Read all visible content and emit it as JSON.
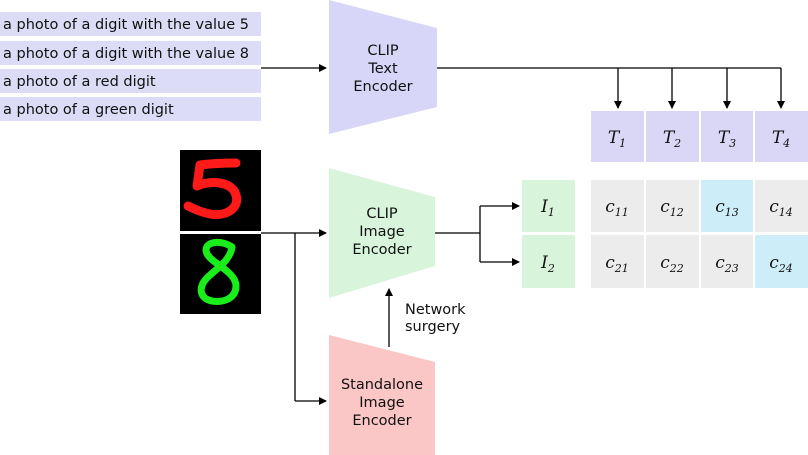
{
  "prompts": [
    "a photo of a digit with the value 5",
    "a photo of a digit with the value 8",
    "a photo of a red digit",
    "a photo of a green digit"
  ],
  "encoders": {
    "text": [
      "CLIP",
      "Text",
      "Encoder"
    ],
    "image": [
      "CLIP",
      "Image",
      "Encoder"
    ],
    "standalone": [
      "Standalone",
      "Image",
      "Encoder"
    ]
  },
  "surgery_label": [
    "Network",
    "surgery"
  ],
  "digit_images": [
    {
      "digit": "5",
      "color": "#ff1a1a"
    },
    {
      "digit": "8",
      "color": "#1aee1a"
    }
  ],
  "text_features": [
    {
      "base": "T",
      "sub": "1"
    },
    {
      "base": "T",
      "sub": "2"
    },
    {
      "base": "T",
      "sub": "3"
    },
    {
      "base": "T",
      "sub": "4"
    }
  ],
  "image_features": [
    {
      "base": "I",
      "sub": "1"
    },
    {
      "base": "I",
      "sub": "2"
    }
  ],
  "similarity_matrix": [
    [
      {
        "base": "c",
        "sub": "11",
        "highlight": false
      },
      {
        "base": "c",
        "sub": "12",
        "highlight": false
      },
      {
        "base": "c",
        "sub": "13",
        "highlight": true
      },
      {
        "base": "c",
        "sub": "14",
        "highlight": false
      }
    ],
    [
      {
        "base": "c",
        "sub": "21",
        "highlight": false
      },
      {
        "base": "c",
        "sub": "22",
        "highlight": false
      },
      {
        "base": "c",
        "sub": "23",
        "highlight": false
      },
      {
        "base": "c",
        "sub": "24",
        "highlight": true
      }
    ]
  ],
  "colors": {
    "prompt_bg": "#dcdcf6",
    "text_encoder": "#d8d6f8",
    "image_encoder": "#d8f5dc",
    "standalone_encoder": "#fbc6c6",
    "text_feature": "#d9d6f6",
    "image_feature": "#d8f5dc",
    "cell": "#ececec",
    "cell_highlight": "#cdeef9",
    "digit_bg": "#000000"
  }
}
